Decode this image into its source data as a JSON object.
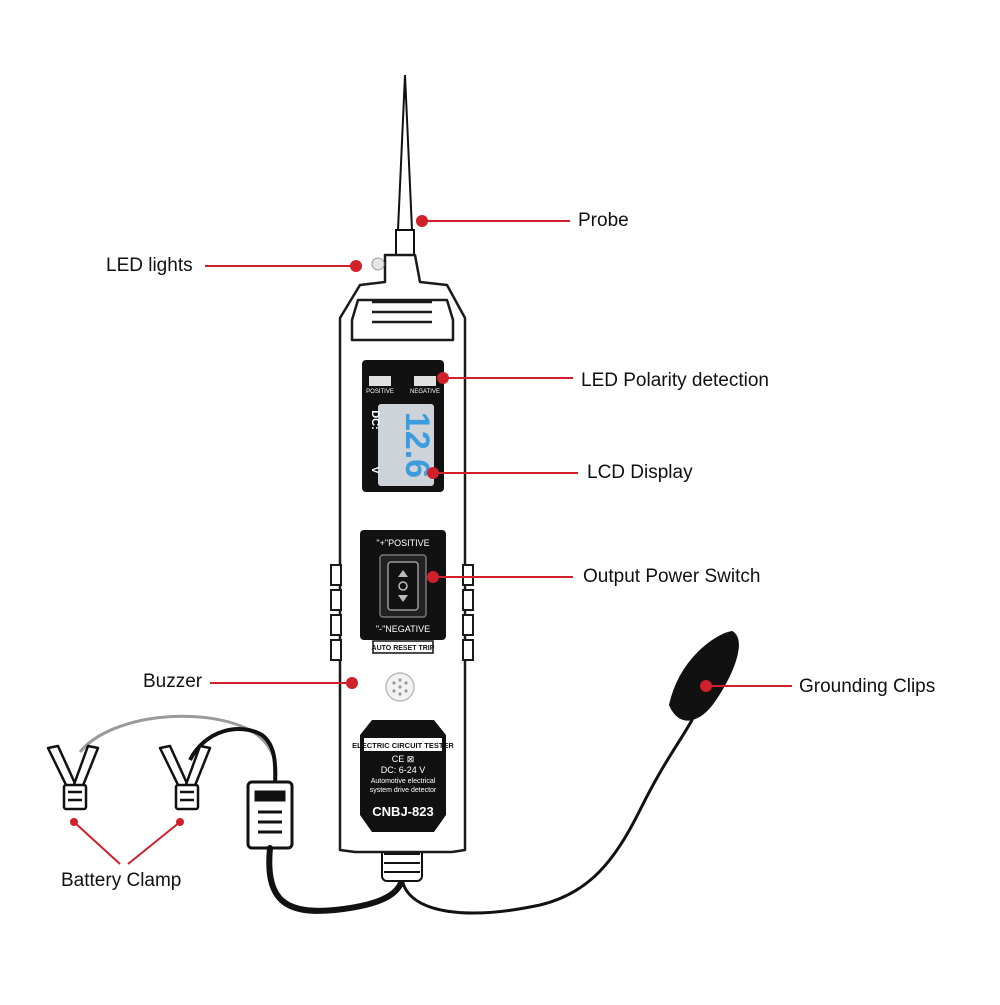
{
  "callouts": {
    "probe": "Probe",
    "led_lights": "LED lights",
    "led_polarity": "LED Polarity detection",
    "lcd_display": "LCD Display",
    "output_power_switch": "Output Power Switch",
    "buzzer": "Buzzer",
    "grounding_clips": "Grounding Clips",
    "battery_clamp": "Battery Clamp"
  },
  "device": {
    "positive_indicator": "POSITIVE",
    "negative_indicator": "NEGATIVE",
    "dc_label": "DC:",
    "v_label": "V",
    "lcd_reading": "12.6",
    "switch_positive": "\"+\"POSITIVE",
    "switch_negative": "\"-\"NEGATIVE",
    "auto_reset": "AUTO RESET TRIP",
    "label_title": "ELECTRIC CIRCUIT TESTER",
    "label_marks": "CE ⊠",
    "label_range": "DC: 6-24 V",
    "label_desc_1": "Automotive electrical",
    "label_desc_2": "system drive detector",
    "model": "CNBJ-823"
  },
  "colors": {
    "callout_red": "#d0202a",
    "body_outline": "#1a1a1a",
    "lcd_blue": "#3d9be0",
    "panel_black": "#111111"
  }
}
